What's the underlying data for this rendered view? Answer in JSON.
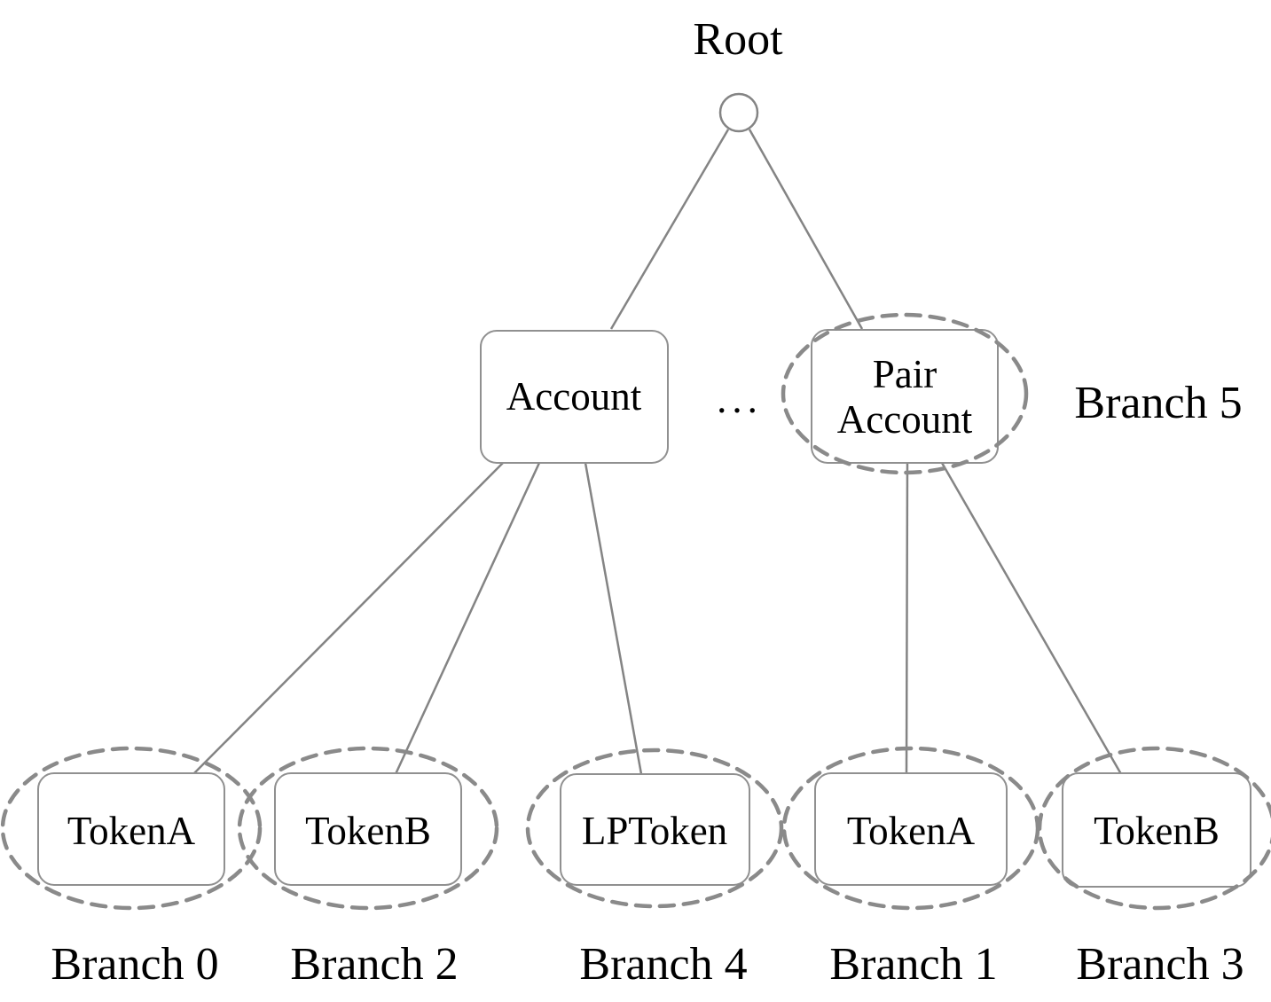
{
  "diagram": {
    "root": {
      "label": "Root"
    },
    "ellipsis": "...",
    "internal_nodes": {
      "account": {
        "label": "Account"
      },
      "pair_account": {
        "label_line1": "Pair",
        "label_line2": "Account",
        "branch_label": "Branch 5"
      }
    },
    "leaves": [
      {
        "label": "TokenA",
        "branch": "Branch 0"
      },
      {
        "label": "TokenB",
        "branch": "Branch 2"
      },
      {
        "label": "LPToken",
        "branch": "Branch 4"
      },
      {
        "label": "TokenA",
        "branch": "Branch 1"
      },
      {
        "label": "TokenB",
        "branch": "Branch 3"
      }
    ],
    "colors": {
      "edge": "#848484",
      "box_border": "#909090",
      "dashed_ellipse": "#8a8a8a",
      "text": "#000000",
      "background": "#ffffff"
    }
  }
}
